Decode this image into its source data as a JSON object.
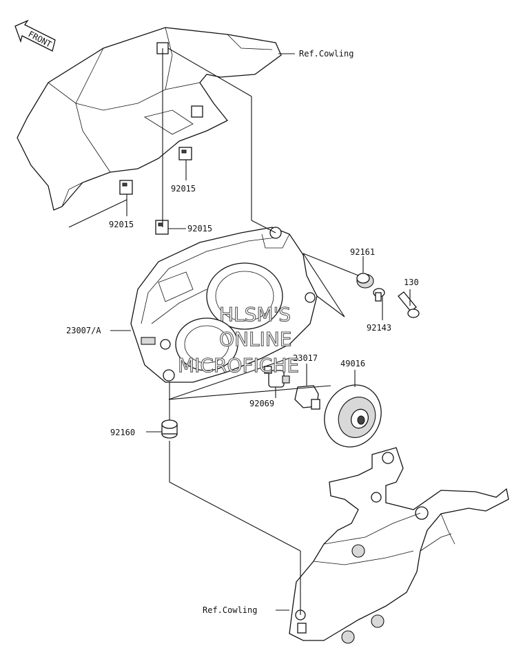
{
  "front_arrow": {
    "label": "FRONT"
  },
  "labels": {
    "ref_cowling_top": "Ref.Cowling",
    "ref_cowling_bottom": "Ref.Cowling",
    "p92015_a": "92015",
    "p92015_b": "92015",
    "p92015_c": "92015",
    "p92161": "92161",
    "p130": "130",
    "p92143": "92143",
    "p23007": "23007/A",
    "p23017": "23017",
    "p49016": "49016",
    "p92069": "92069",
    "p92160": "92160"
  },
  "watermark": {
    "line1": "HLSM'S",
    "line2": "ONLINE",
    "line3": "MICROFICHE"
  }
}
